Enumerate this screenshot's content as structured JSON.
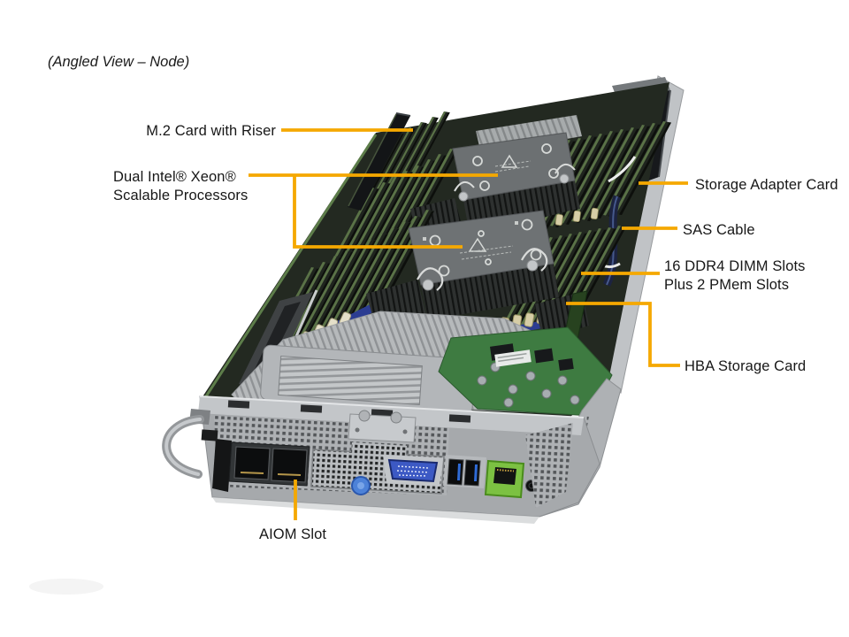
{
  "page": {
    "title": "(Angled View – Node)"
  },
  "colors": {
    "callout_line": "#F5A800",
    "label_text": "#171717",
    "background": "#ffffff"
  },
  "callouts": {
    "m2": {
      "label": "M.2 Card with Riser"
    },
    "cpu": {
      "line1": "Dual Intel® Xeon®",
      "line2": "Scalable Processors"
    },
    "storage_adapter": {
      "label": "Storage Adapter Card"
    },
    "sas": {
      "label": "SAS Cable"
    },
    "dimm": {
      "line1": "16 DDR4 DIMM Slots",
      "line2": "Plus 2 PMem Slots"
    },
    "hba": {
      "label": "HBA Storage Card"
    },
    "aiom": {
      "label": "AIOM Slot"
    }
  }
}
